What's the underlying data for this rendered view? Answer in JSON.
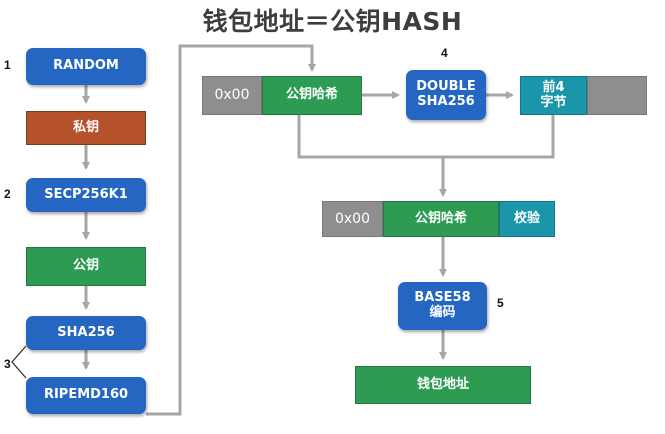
{
  "title": "钱包地址＝公钥HASH",
  "steps": {
    "random": "RANDOM",
    "private_key": "私钥",
    "secp": "SECP256K1",
    "public_key": "公钥",
    "sha256": "SHA256",
    "ripemd": "RIPEMD160",
    "prefix_top": "0x00",
    "pubkey_hash_top": "公钥哈希",
    "double_sha": "DOUBLE\nSHA256",
    "first4": "前4\n字节",
    "prefix_mid": "0x00",
    "pubkey_hash_mid": "公钥哈希",
    "checksum": "校验",
    "base58": "BASE58\n编码",
    "wallet_address": "钱包地址"
  },
  "step_numbers": [
    "1",
    "2",
    "3",
    "4",
    "5"
  ],
  "colors": {
    "blue": "#2466c1",
    "brown": "#b5512b",
    "green": "#2d9b52",
    "teal": "#1a95a9",
    "gray": "#8e8e8e",
    "arrow": "#a6a6a6"
  }
}
